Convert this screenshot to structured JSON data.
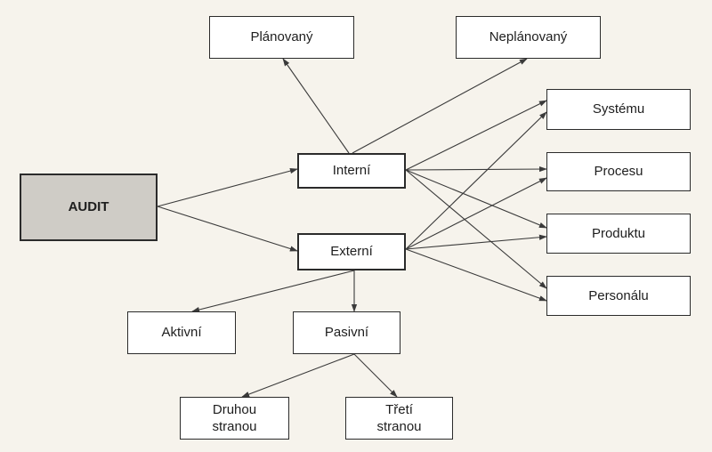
{
  "nodes": {
    "audit": "AUDIT",
    "interni": "Interní",
    "externi": "Externí",
    "planovany": "Plánovaný",
    "neplanovany": "Neplánovaný",
    "systemu": "Systému",
    "procesu": "Procesu",
    "produktu": "Produktu",
    "personalu": "Personálu",
    "aktivni": "Aktivní",
    "pasivni": "Pasivní",
    "druhou_stranou": "Druhou\nstranou",
    "treti_stranou": "Třetí\nstranou"
  },
  "colors": {
    "audit_fill": "#cfccc6",
    "box_fill": "#ffffff",
    "line": "#3a3a3a",
    "background": "#f6f3ec"
  }
}
